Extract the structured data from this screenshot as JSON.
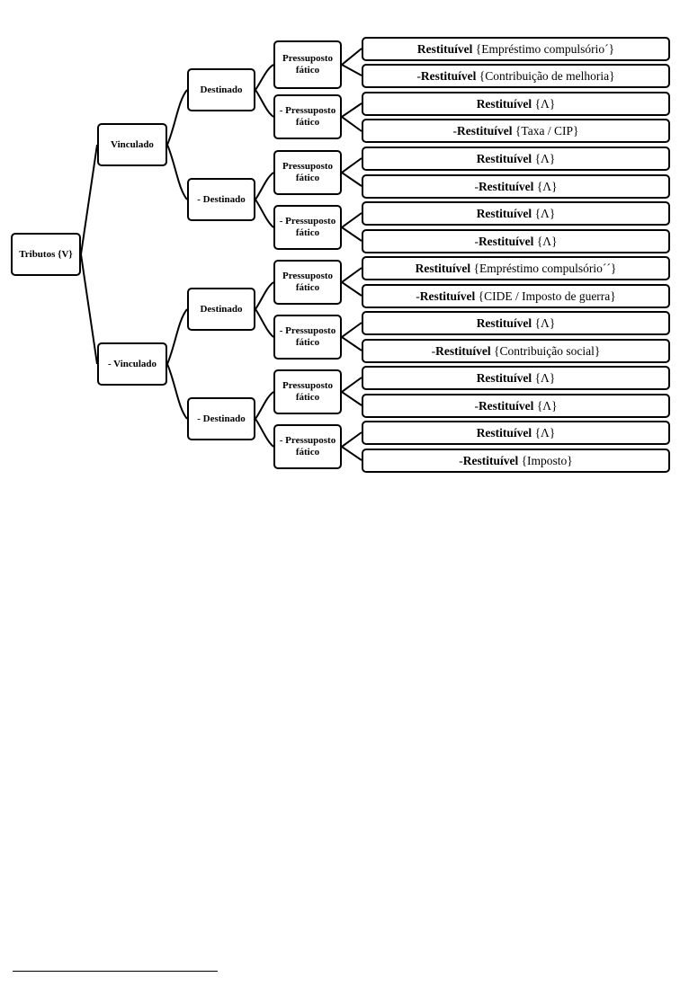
{
  "root": {
    "label": "Tributos {V}"
  },
  "level1": [
    {
      "id": "vinculado",
      "label": "Vinculado"
    },
    {
      "id": "nao-vinculado",
      "label": "- Vinculado"
    }
  ],
  "level2": [
    {
      "id": "vinc-destinado",
      "label": "Destinado"
    },
    {
      "id": "vinc-nao-destinado",
      "label": "- Destinado"
    },
    {
      "id": "naovinc-destinado",
      "label": "Destinado"
    },
    {
      "id": "naovinc-nao-destinado",
      "label": "- Destinado"
    }
  ],
  "level3": [
    {
      "id": "p1",
      "line1": "Pressuposto",
      "line2": "fático"
    },
    {
      "id": "p2",
      "line1": "- Pressuposto",
      "line2": "fático"
    },
    {
      "id": "p3",
      "line1": "Pressuposto",
      "line2": "fático"
    },
    {
      "id": "p4",
      "line1": "- Pressuposto",
      "line2": "fático"
    },
    {
      "id": "p5",
      "line1": "Pressuposto",
      "line2": "fático"
    },
    {
      "id": "p6",
      "line1": "- Pressuposto",
      "line2": "fático"
    },
    {
      "id": "p7",
      "line1": "Pressuposto",
      "line2": "fático"
    },
    {
      "id": "p8",
      "line1": "- Pressuposto",
      "line2": "fático"
    }
  ],
  "leaves": [
    {
      "prefix": "",
      "term": "Restituível",
      "set": "{Empréstimo compulsório´}"
    },
    {
      "prefix": "- ",
      "term": "Restituível",
      "set": "{Contribuição de melhoria}"
    },
    {
      "prefix": "",
      "term": "Restituível",
      "set": "{Λ}"
    },
    {
      "prefix": "- ",
      "term": "Restituível",
      "set": "{Taxa / CIP}"
    },
    {
      "prefix": "",
      "term": "Restituível",
      "set": "{Λ}"
    },
    {
      "prefix": "- ",
      "term": "Restituível",
      "set": "{Λ}"
    },
    {
      "prefix": "",
      "term": "Restituível",
      "set": "{Λ}"
    },
    {
      "prefix": "- ",
      "term": "Restituível",
      "set": "{Λ}"
    },
    {
      "prefix": "",
      "term": "Restituível",
      "set": "{Empréstimo compulsório´´}"
    },
    {
      "prefix": "- ",
      "term": "Restituível",
      "set": "{CIDE / Imposto de guerra}"
    },
    {
      "prefix": "",
      "term": "Restituível",
      "set": "{Λ}"
    },
    {
      "prefix": "- ",
      "term": "Restituível",
      "set": "{Contribuição social}"
    },
    {
      "prefix": "",
      "term": "Restituível",
      "set": "{Λ}"
    },
    {
      "prefix": "- ",
      "term": "Restituível",
      "set": "{Λ}"
    },
    {
      "prefix": "",
      "term": "Restituível",
      "set": "{Λ}"
    },
    {
      "prefix": "- ",
      "term": "Restituível",
      "set": "{Imposto}"
    }
  ]
}
